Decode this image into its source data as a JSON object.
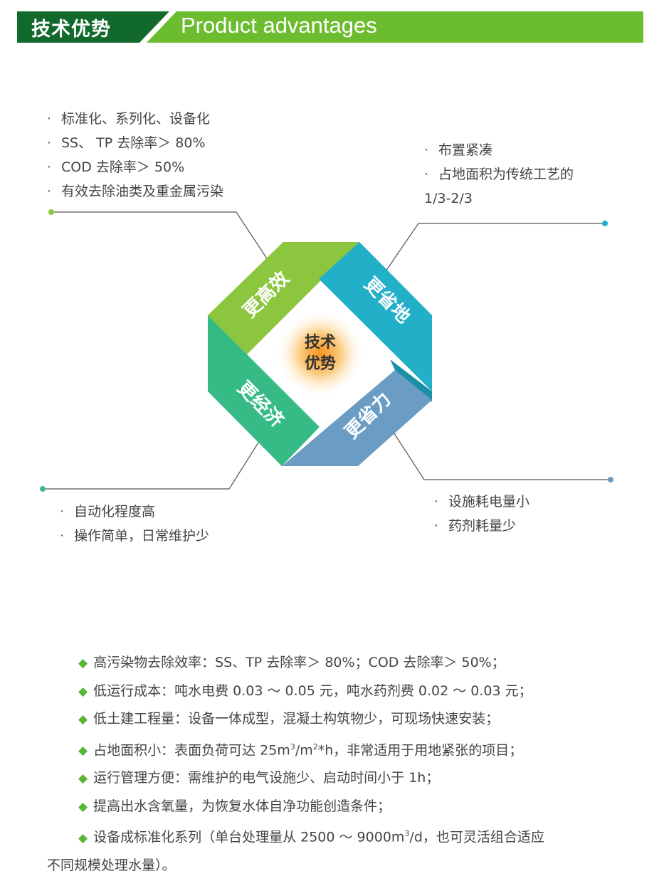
{
  "header": {
    "title_cn": "技术优势",
    "title_en": "Product advantages",
    "colors": {
      "dark_green": "#116a2c",
      "light_green": "#6cbc2f"
    }
  },
  "diagram": {
    "center_label_line1": "技术",
    "center_label_line2": "优势",
    "segments": [
      {
        "label": "更高效",
        "color": "#8cc63f"
      },
      {
        "label": "更省地",
        "color": "#22b0c8"
      },
      {
        "label": "更省力",
        "color": "#6a9cc4"
      },
      {
        "label": "更经济",
        "color": "#37bb86"
      }
    ],
    "callouts": {
      "top_left": [
        "标准化、系列化、设备化",
        "SS、 TP 去除率＞ 80%",
        "COD 去除率＞ 50%",
        "有效去除油类及重金属污染"
      ],
      "top_right": [
        "布置紧凑",
        "占地面积为传统工艺的",
        "1/3-2/3"
      ],
      "bottom_left": [
        "自动化程度高",
        "操作简单，日常维护少"
      ],
      "bottom_right": [
        "设施耗电量小",
        "药剂耗量少"
      ]
    },
    "bullet_char": "·"
  },
  "advantages": {
    "bullet": "◆",
    "items": [
      "高污染物去除效率：SS、TP 去除率＞ 80%；COD 去除率＞ 50%；",
      "低运行成本：吨水电费 0.03 ～ 0.05 元，吨水药剂费 0.02 ～ 0.03 元；",
      "低土建工程量：设备一体成型，混凝土构筑物少，可现场快速安装；",
      "运行管理方便：需维护的电气设施少、启动时间小于 1h；",
      "提高出水含氧量，为恢复水体自净功能创造条件；"
    ],
    "area_item": {
      "pre": "占地面积小：表面负荷可达 25m",
      "sup1": "3",
      "mid": "/m",
      "sup2": "2",
      "post": "*h，非常适用于用地紧张的项目；"
    },
    "series_item": {
      "pre": "设备成标准化系列（单台处理量从 2500 ～ 9000m",
      "sup": "3",
      "post": "/d，也可灵活组合适应",
      "line2": "不同规模处理水量）。"
    }
  }
}
